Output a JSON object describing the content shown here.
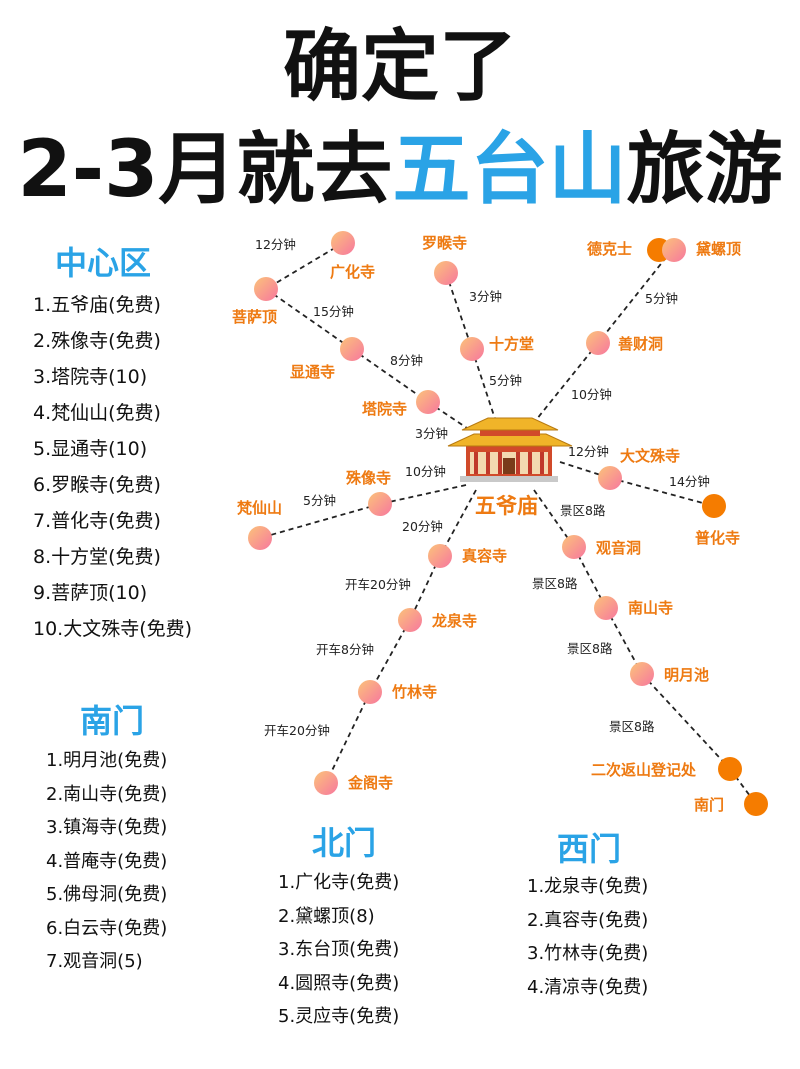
{
  "header": {
    "line1": "确定了",
    "line2_pre": "2-3月就去",
    "line2_hl": "五台山",
    "line2_post": "旅游"
  },
  "zones": {
    "center": {
      "title": "中心区",
      "items": [
        "1.五爷庙(免费)",
        "2.殊像寺(免费)",
        "3.塔院寺(10)",
        "4.梵仙山(免费)",
        "5.显通寺(10)",
        "6.罗睺寺(免费)",
        "7.普化寺(免费)",
        "8.十方堂(免费)",
        "9.菩萨顶(10)",
        "10.大文殊寺(免费)"
      ]
    },
    "south": {
      "title": "南门",
      "items": [
        "1.明月池(免费)",
        "2.南山寺(免费)",
        "3.镇海寺(免费)",
        "4.普庵寺(免费)",
        "5.佛母洞(免费)",
        "6.白云寺(免费)",
        "7.观音洞(5)"
      ]
    },
    "north": {
      "title": "北门",
      "items": [
        "1.广化寺(免费)",
        "2.黛螺顶(8)",
        "3.东台顶(免费)",
        "4.圆照寺(免费)",
        "5.灵应寺(免费)"
      ]
    },
    "west": {
      "title": "西门",
      "items": [
        "1.龙泉寺(免费)",
        "2.真容寺(免费)",
        "3.竹林寺(免费)",
        "4.清凉寺(免费)"
      ]
    }
  },
  "map": {
    "center_label": "五爷庙",
    "colors": {
      "accent": "#ee7a12",
      "title_blue": "#2aa3e6",
      "pink": "#f7779e",
      "peach": "#fbc37a",
      "orange": "#f57c00"
    },
    "nodes": {
      "guanghua": "广化寺",
      "pusading": "菩萨顶",
      "xiantong": "显通寺",
      "tayuan": "塔院寺",
      "luohou": "罗睺寺",
      "shifang": "十方堂",
      "dekeshi": "德克士",
      "dailuo": "黛螺顶",
      "shancai": "善财洞",
      "dawenshu": "大文殊寺",
      "puhua": "普化寺",
      "shuxiang": "殊像寺",
      "fanxian": "梵仙山",
      "zhenrong": "真容寺",
      "longquan": "龙泉寺",
      "zhulin": "竹林寺",
      "jinge": "金阁寺",
      "guanyin": "观音洞",
      "nanshan": "南山寺",
      "mingyue": "明月池",
      "register": "二次返山登记处",
      "nanmen": "南门"
    },
    "edges": {
      "e_guanghua_pusa": "12分钟",
      "e_pusa_xiantong": "15分钟",
      "e_xiantong_tayuan": "8分钟",
      "e_tayuan_center": "3分钟",
      "e_luohou_shifang": "3分钟",
      "e_shifang_center": "5分钟",
      "e_dailuo_shancai": "5分钟",
      "e_shancai_center": "10分钟",
      "e_center_dawenshu": "12分钟",
      "e_dawenshu_puhua": "14分钟",
      "e_center_shuxiang": "10分钟",
      "e_shuxiang_fanxian": "5分钟",
      "e_center_zhenrong": "20分钟",
      "e_zhenrong_longquan": "开车20分钟",
      "e_longquan_zhulin": "开车8分钟",
      "e_zhulin_jinge": "开车20分钟",
      "e_center_guanyin": "景区8路",
      "e_guanyin_nanshan": "景区8路",
      "e_nanshan_mingyue": "景区8路",
      "e_mingyue_register": "景区8路"
    }
  }
}
